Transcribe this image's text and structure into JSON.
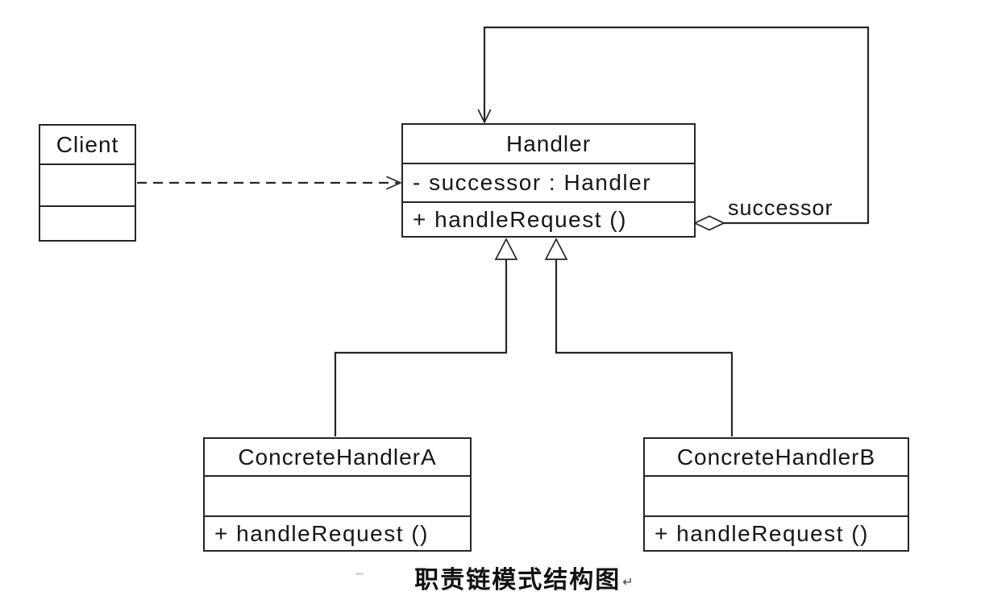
{
  "diagram": {
    "caption": "职责链模式结构图",
    "caption_return_mark": "↵",
    "classes": {
      "client": {
        "title": "Client"
      },
      "handler": {
        "title": "Handler",
        "attribute": "- successor : Handler",
        "method": "+ handleRequest ()"
      },
      "concrete_handler_a": {
        "title": "ConcreteHandlerA",
        "method": "+ handleRequest ()"
      },
      "concrete_handler_b": {
        "title": "ConcreteHandlerB",
        "method": "+ handleRequest ()"
      }
    },
    "labels": {
      "successor": "successor"
    },
    "icons": {
      "aggregation": "hollow-diamond-icon",
      "generalization": "hollow-triangle-icon",
      "dependency": "open-arrowhead-dashed-line"
    },
    "colors": {
      "line": "#262626",
      "text": "#161616",
      "background": "#ffffff"
    }
  }
}
